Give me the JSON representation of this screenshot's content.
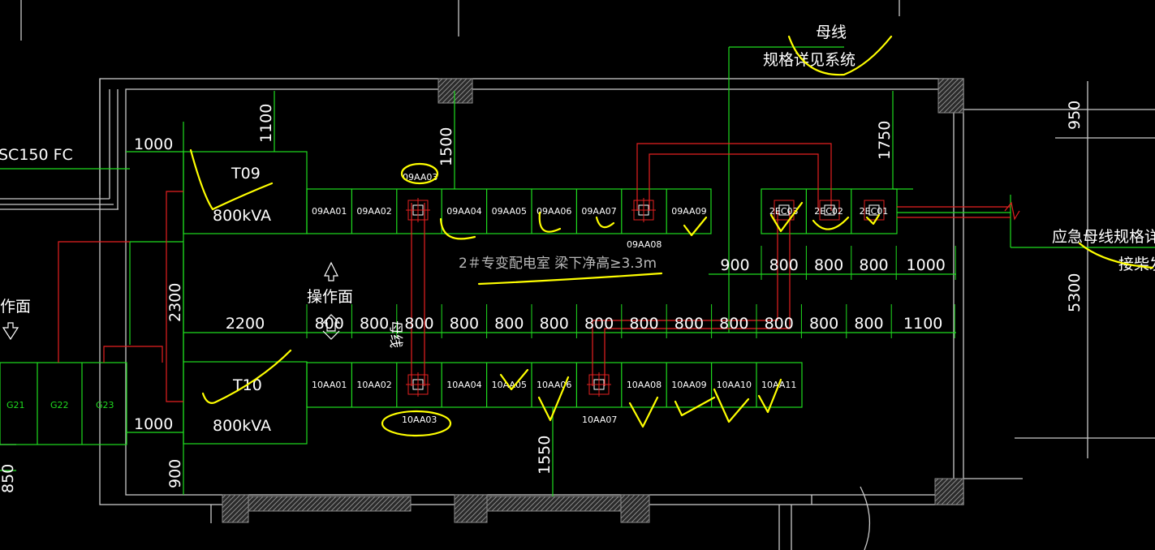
{
  "colors": {
    "background": "#000000",
    "wall": "#c9c9c9",
    "equipment": "#1fdc1f",
    "busway": "#e52020",
    "markup": "#ffff00",
    "hatch": "#8a8a8a"
  },
  "labels": {
    "busbar_title": "母线",
    "busbar_spec": "规格详见系统",
    "room_title": "2＃专变配电室 梁下净高≥3.3m",
    "operating_face_center": "操作面",
    "operating_face_left": "作面",
    "busbar_vertical": "母线",
    "emergency_busbar": "应急母线规格详见",
    "generator_room": "接柴发",
    "conduit": "SC150   FC"
  },
  "transformers": [
    {
      "name": "T09",
      "rating": "800kVA"
    },
    {
      "name": "T10",
      "rating": "800kVA"
    }
  ],
  "panels_row1": [
    "09AA01",
    "09AA02",
    "",
    "09AA04",
    "09AA05",
    "09AA06",
    "09AA07",
    "",
    "09AA09"
  ],
  "panels_row1_offset": {
    "p3": "09AA03",
    "p8": "09AA08"
  },
  "panels_row2": [
    "10AA01",
    "10AA02",
    "",
    "10AA04",
    "10AA05",
    "10AA06",
    "",
    "10AA08",
    "10AA09",
    "10AA10",
    "10AA11"
  ],
  "panels_row2_offset": {
    "p3": "10AA03",
    "p7": "10AA07"
  },
  "panels_emergency": [
    "2EC03",
    "2EC02",
    "2EC01"
  ],
  "generators": [
    "G21",
    "G22",
    "G23"
  ],
  "dims": {
    "top_left_1000": "1000",
    "top_1100": "1100",
    "top_1500": "1500",
    "top_1750": "1750",
    "left_2300": "2300",
    "bottom_left_1000": "1000",
    "bottom_900": "900",
    "bottom_1550": "1550",
    "left_850": "850",
    "right_950": "950",
    "right_5300": "5300",
    "row_mid": [
      "900",
      "800",
      "800",
      "800",
      "1000"
    ],
    "row_main": [
      "2200",
      "800",
      "800",
      "800",
      "800",
      "800",
      "800",
      "800",
      "800",
      "800",
      "800",
      "800",
      "800",
      "800",
      "1100"
    ]
  }
}
